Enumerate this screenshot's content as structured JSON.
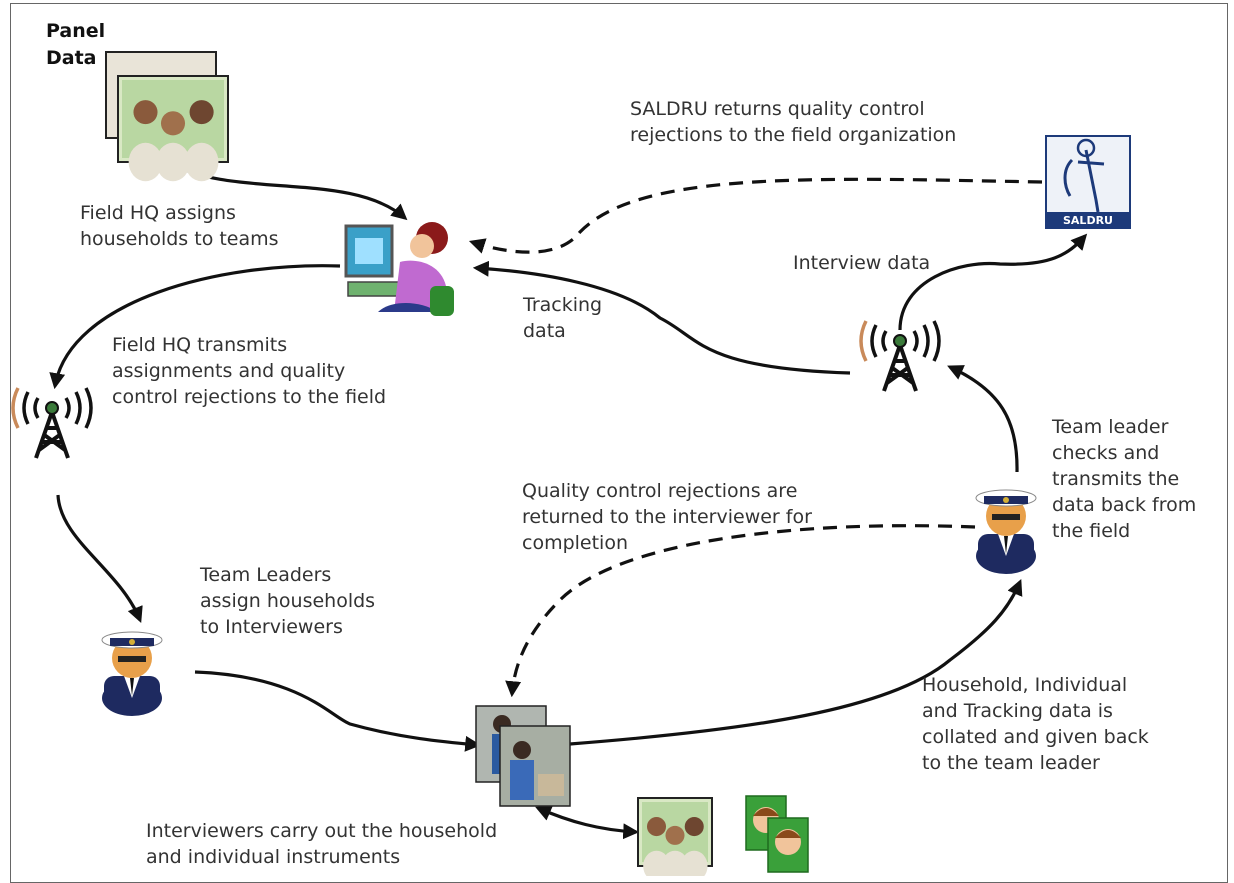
{
  "diagram": {
    "panel_data_title": [
      "Panel",
      "Data"
    ],
    "saldru_logo_text": "SALDRU",
    "labels": {
      "field_hq_assigns": [
        "Field HQ assigns",
        "households to teams"
      ],
      "saldru_returns": [
        "SALDRU returns quality control",
        "rejections to the field organization"
      ],
      "interview_data": [
        "Interview data"
      ],
      "tracking_data": [
        "Tracking",
        "data"
      ],
      "field_hq_transmits": [
        "Field HQ transmits",
        "assignments and  quality",
        "control rejections to the field"
      ],
      "team_leader_checks": [
        "Team leader",
        "checks and",
        "transmits the",
        "data back from",
        "the field"
      ],
      "qc_rejections_returned": [
        "Quality control  rejections are",
        "returned to the interviewer for",
        "completion"
      ],
      "team_leaders_assign": [
        "Team Leaders",
        "assign households",
        "to Interviewers"
      ],
      "household_collated": [
        "Household, Individual",
        "and Tracking data is",
        "collated and given back",
        "to the team leader"
      ],
      "interviewers_carry_out": [
        "Interviewers carry out the household",
        "and individual instruments"
      ]
    }
  }
}
